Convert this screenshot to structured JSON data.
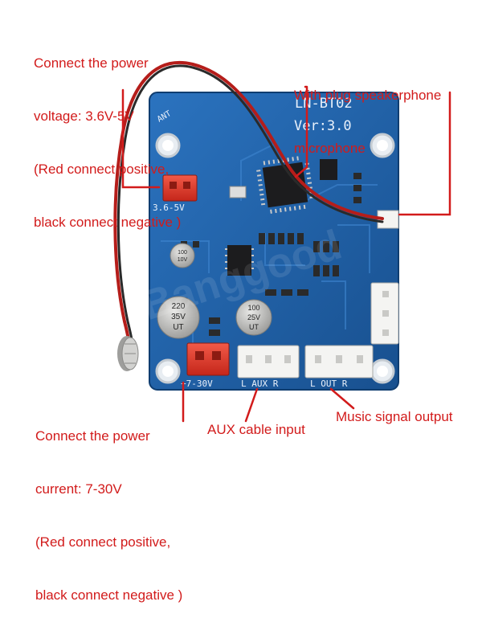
{
  "annotations": {
    "power_low": [
      "Connect the power",
      "voltage: 3.6V-5V",
      "(Red connect positive,",
      "black connect negative )"
    ],
    "microphone": [
      "With plug speakerphone",
      "microphone"
    ],
    "power_high": [
      "Connect the power",
      "current: 7-30V",
      "(Red connect positive,",
      "black connect negative )"
    ],
    "aux_input": "AUX cable input",
    "music_output": "Music signal output"
  },
  "board": {
    "model": "LN-BT02",
    "version": "Ver:3.0",
    "ant_label": "ANT",
    "low_voltage_label": "3.6-5V",
    "high_voltage_label": "+7-30V",
    "aux_header_label": "L  AUX  R",
    "out_header_label": "L  OUT  R",
    "cap_left": [
      "220",
      "35V",
      "UT"
    ],
    "cap_mid": [
      "100",
      "25V",
      "UT"
    ],
    "cap_small": [
      "100",
      "10V"
    ],
    "watermark": "Banggood"
  },
  "colors": {
    "annotation": "#d21b1b",
    "pcb": "#1f5fa8",
    "silkscreen": "#e9f1fb",
    "connector_red": "#e03a2a",
    "connector_white": "#f4f4f2"
  }
}
